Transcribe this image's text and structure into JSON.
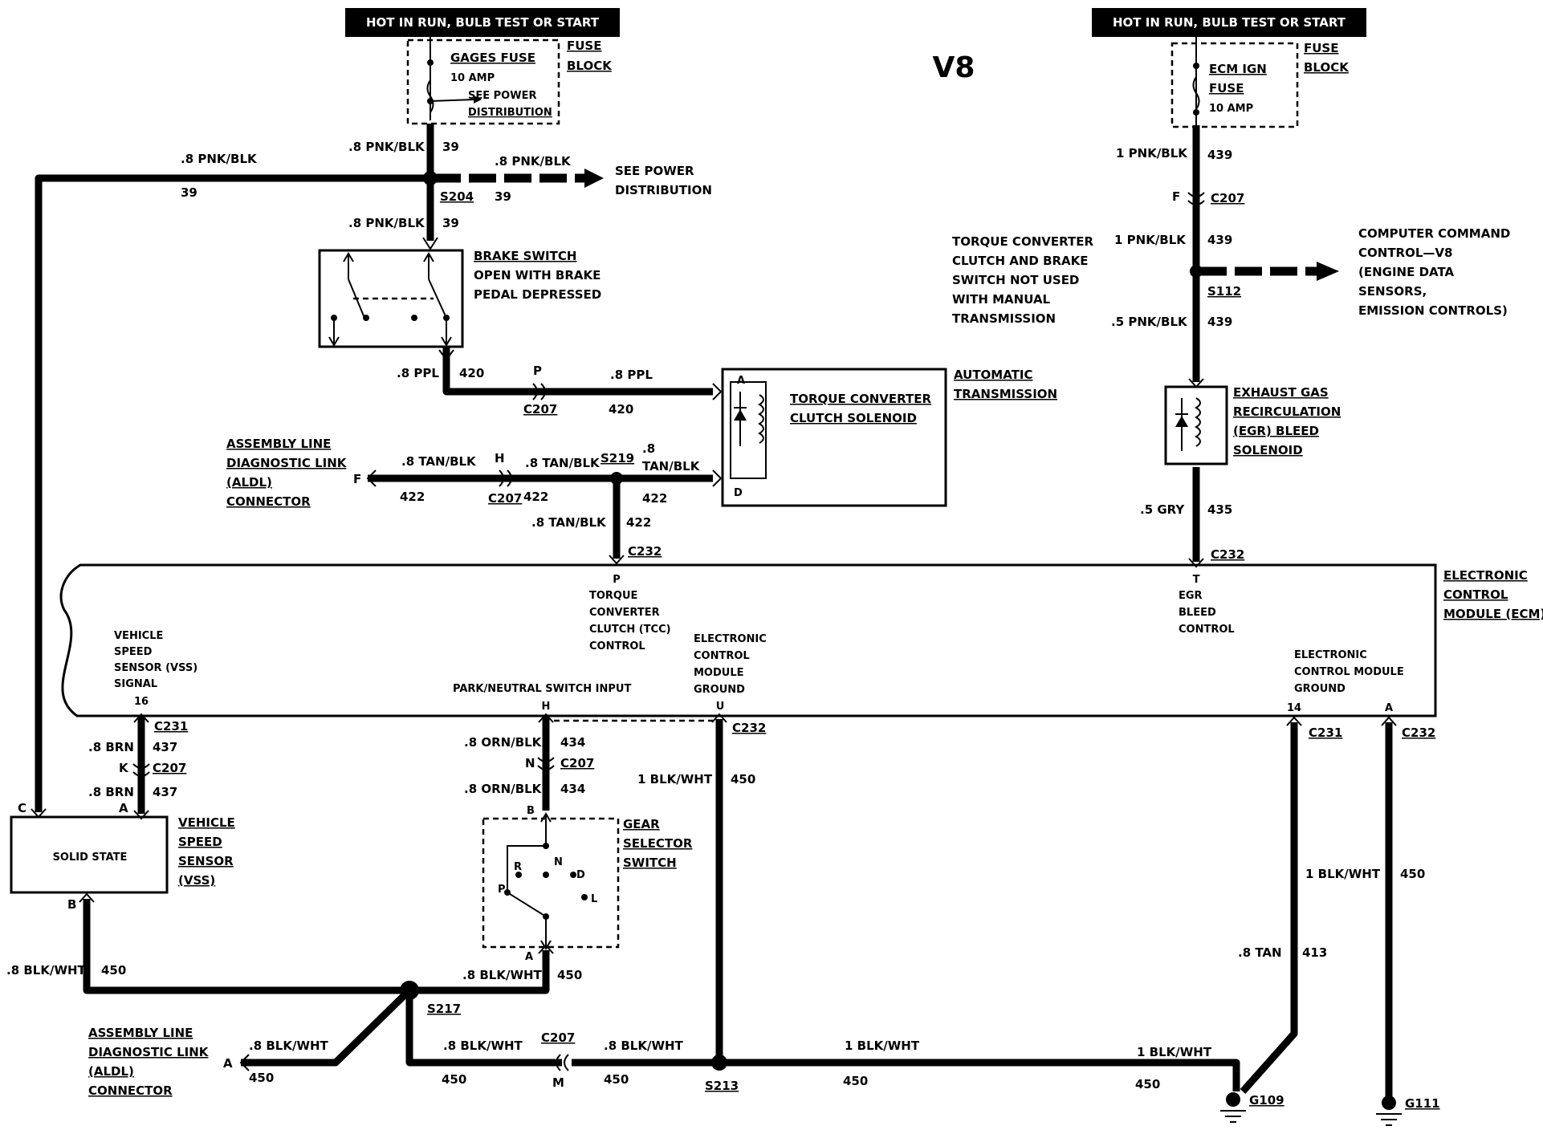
{
  "title": "V8",
  "power_banners": [
    {
      "text": "HOT IN RUN,   BULB TEST OR START"
    },
    {
      "text": "HOT IN RUN,   BULB TEST OR START"
    }
  ],
  "fuses": {
    "gages": {
      "name": "GAGES FUSE",
      "rating": "10 AMP",
      "note1": "SEE POWER",
      "note2": "DISTRIBUTION",
      "block1": "FUSE",
      "block2": "BLOCK"
    },
    "ecm_ign": {
      "name1": "ECM IGN",
      "name2": "FUSE",
      "rating": "10 AMP",
      "block1": "FUSE",
      "block2": "BLOCK"
    }
  },
  "components": {
    "brake_switch": {
      "l1": "BRAKE SWITCH",
      "l2": "OPEN WITH BRAKE",
      "l3": "PEDAL DEPRESSED"
    },
    "tcc_solenoid": {
      "l1": "TORQUE CONVERTER",
      "l2": "CLUTCH SOLENOID",
      "t1": "AUTOMATIC",
      "t2": "TRANSMISSION",
      "pinA": "A",
      "pinD": "D"
    },
    "note": {
      "l1": "TORQUE CONVERTER",
      "l2": "CLUTCH AND BRAKE",
      "l3": "SWITCH NOT USED",
      "l4": "WITH MANUAL",
      "l5": "TRANSMISSION"
    },
    "ccc": {
      "l1": "COMPUTER COMMAND",
      "l2": "CONTROL—V8",
      "l3": "(ENGINE DATA",
      "l4": "SENSORS,",
      "l5": "EMISSION CONTROLS)"
    },
    "egr": {
      "l1": "EXHAUST GAS",
      "l2": "RECIRCULATION",
      "l3": "(EGR) BLEED",
      "l4": "SOLENOID"
    },
    "aldl_top": {
      "l1": "ASSEMBLY LINE",
      "l2": "DIAGNOSTIC LINK",
      "l3": "(ALDL)",
      "l4": "CONNECTOR",
      "pin": "F"
    },
    "aldl_bottom": {
      "l1": "ASSEMBLY LINE",
      "l2": "DIAGNOSTIC LINK",
      "l3": "(ALDL)",
      "l4": "CONNECTOR",
      "pin": "A"
    },
    "vss": {
      "body": "SOLID STATE",
      "l1": "VEHICLE",
      "l2": "SPEED",
      "l3": "SENSOR",
      "l4": "(VSS)",
      "pinC": "C",
      "pinA": "A",
      "pinB": "B"
    },
    "gear": {
      "l1": "GEAR",
      "l2": "SELECTOR",
      "l3": "SWITCH",
      "R": "R",
      "N": "N",
      "D": "D",
      "P": "P",
      "L": "L",
      "pinB": "B",
      "pinA": "A"
    },
    "ecm": {
      "l1": "ELECTRONIC",
      "l2": "CONTROL",
      "l3": "MODULE (ECM)"
    }
  },
  "ecm_pins": {
    "tcc": {
      "pin": "P",
      "l1": "TORQUE",
      "l2": "CONVERTER",
      "l3": "CLUTCH (TCC)",
      "l4": "CONTROL"
    },
    "egr": {
      "pin": "T",
      "l1": "EGR",
      "l2": "BLEED",
      "l3": "CONTROL"
    },
    "vss": {
      "l1": "VEHICLE",
      "l2": "SPEED",
      "l3": "SENSOR (VSS)",
      "l4": "SIGNAL",
      "pin": "16"
    },
    "pn": {
      "label": "PARK/NEUTRAL SWITCH INPUT",
      "pin": "H"
    },
    "gnd_u": {
      "l1": "ELECTRONIC",
      "l2": "CONTROL",
      "l3": "MODULE",
      "l4": "GROUND",
      "pin": "U"
    },
    "gnd_14": {
      "l1": "ELECTRONIC",
      "l2": "CONTROL MODULE",
      "l3": "GROUND",
      "pin": "14",
      "pinA": "A"
    }
  },
  "wires": {
    "w39_left": ".8 PNK/BLK",
    "c39": "39",
    "w39_up": ".8 PNK/BLK",
    "w39_right": ".8 PNK/BLK",
    "see_power1": "SEE POWER",
    "see_power2": "DISTRIBUTION",
    "w39_down": ".8 PNK/BLK",
    "w420a": ".8 PPL",
    "c420": "420",
    "w420b": ".8 PPL",
    "w422a": ".8 TAN/BLK",
    "c422": "422",
    "w422b": ".8 TAN/BLK",
    "w422c1": ".8",
    "w422c2": "TAN/BLK",
    "w422d": ".8 TAN/BLK",
    "w439a": "1 PNK/BLK",
    "c439": "439",
    "w439b": "1 PNK/BLK",
    "w439c": ".5 PNK/BLK",
    "w435": ".5 GRY",
    "c435": "435",
    "w437a": ".8 BRN",
    "c437": "437",
    "w437b": ".8 BRN",
    "w434a": ".8 ORN/BLK",
    "c434": "434",
    "w434b": ".8 ORN/BLK",
    "w450_u": "1 BLK/WHT",
    "c450": "450",
    "w450_vss": ".8 BLK/WHT",
    "w450_gear": ".8 BLK/WHT",
    "w450_aldl": ".8 BLK/WHT",
    "w450_s217": ".8 BLK/WHT",
    "w450_c207": ".8 BLK/WHT",
    "w450_s213": "1 BLK/WHT",
    "w450_g109": "1 BLK/WHT",
    "w450_14": "1 BLK/WHT",
    "w413": ".8 TAN",
    "c413": "413"
  },
  "connectors": {
    "s204": "S204",
    "c207": "C207",
    "s219": "S219",
    "c232": "C232",
    "s112": "S112",
    "c231": "C231",
    "s217": "S217",
    "s213": "S213",
    "g109": "G109",
    "g111": "G111",
    "pinF": "F",
    "pinP": "P",
    "pinH": "H",
    "pinK": "K",
    "pinN": "N",
    "pinM": "M"
  }
}
